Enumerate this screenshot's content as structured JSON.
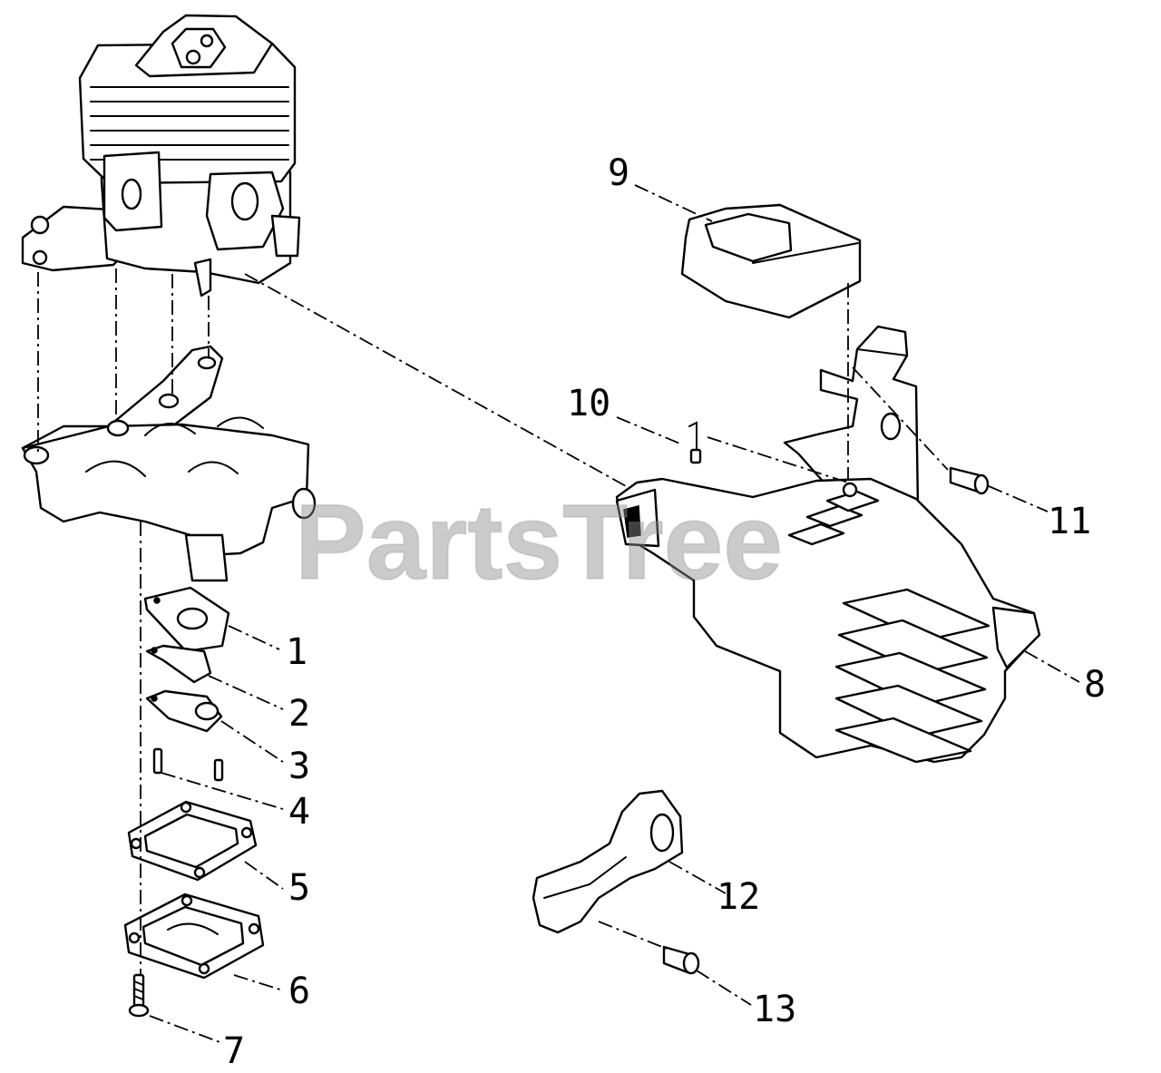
{
  "watermark": {
    "text": "PartsTree"
  },
  "callouts": {
    "p1": "1",
    "p2": "2",
    "p3": "3",
    "p4": "4",
    "p5": "5",
    "p6": "6",
    "p7": "7",
    "p8": "8",
    "p9": "9",
    "p10": "10",
    "p11": "11",
    "p12": "12",
    "p13": "13"
  },
  "colors": {
    "line": "#000000",
    "background": "#ffffff",
    "watermark": "#8c8c8c"
  }
}
